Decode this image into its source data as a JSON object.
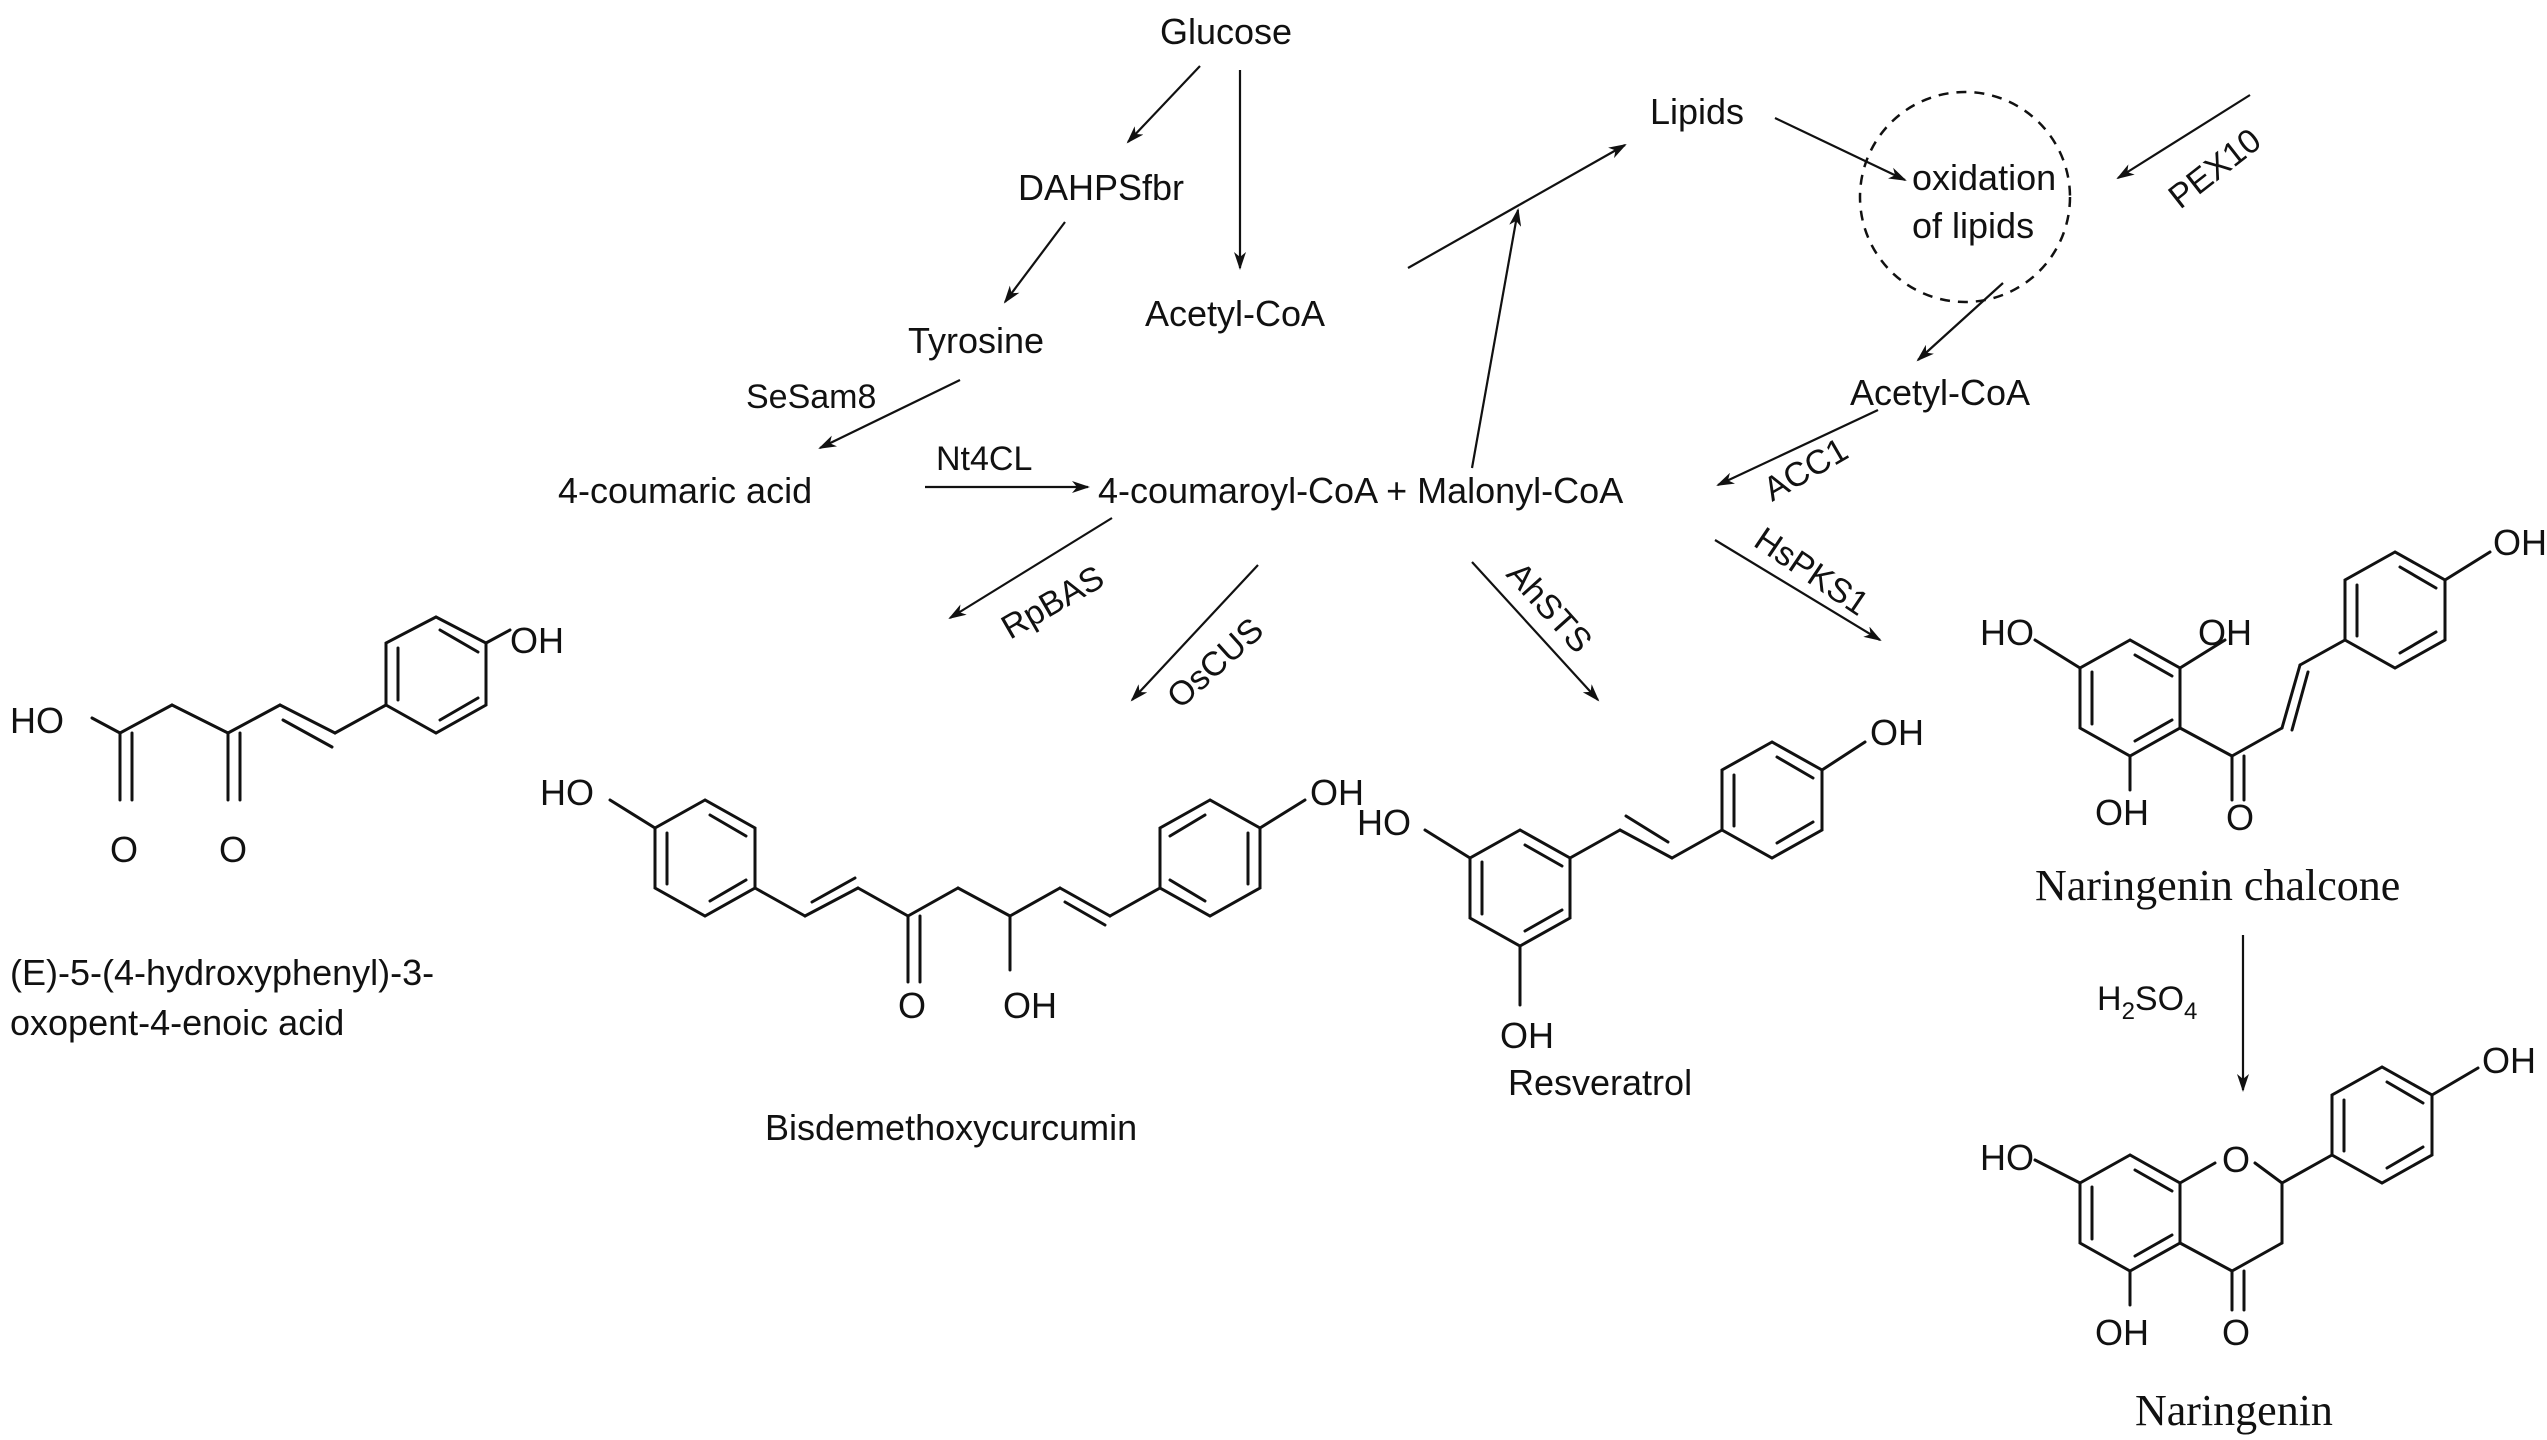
{
  "metabolites": {
    "glucose": "Glucose",
    "dahps": "DAHPSfbr",
    "tyrosine": "Tyrosine",
    "acetyl_coa_left": "Acetyl-CoA",
    "coumaric_acid": "4-coumaric acid",
    "coumaroyl_malonyl": "4-coumaroyl-CoA + Malonyl-CoA",
    "lipids": "Lipids",
    "oxidation_line1": "oxidation",
    "oxidation_line2": "of lipids",
    "acetyl_coa_right": "Acetyl-CoA"
  },
  "enzymes": {
    "sesam8": "SeSam8",
    "nt4cl": "Nt4CL",
    "pex10": "PEX10",
    "acc1": "ACC1",
    "rpbas": "RpBAS",
    "oscus": "OsCUS",
    "ahsts": "AhSTS",
    "hspks1": "HsPKS1"
  },
  "reagent": {
    "h2so4_h": "H",
    "h2so4_2": "2",
    "h2so4_so": "SO",
    "h2so4_4": "4"
  },
  "products": {
    "oxopent_line1": "(E)-5-(4-hydroxyphenyl)-3-",
    "oxopent_line2": "oxopent-4-enoic acid",
    "bisdemethoxycurcumin": "Bisdemethoxycurcumin",
    "resveratrol": "Resveratrol",
    "naringenin_chalcone": "Naringenin chalcone",
    "naringenin": "Naringenin"
  },
  "atoms": {
    "oh": "OH",
    "ho": "HO",
    "o": "O"
  }
}
